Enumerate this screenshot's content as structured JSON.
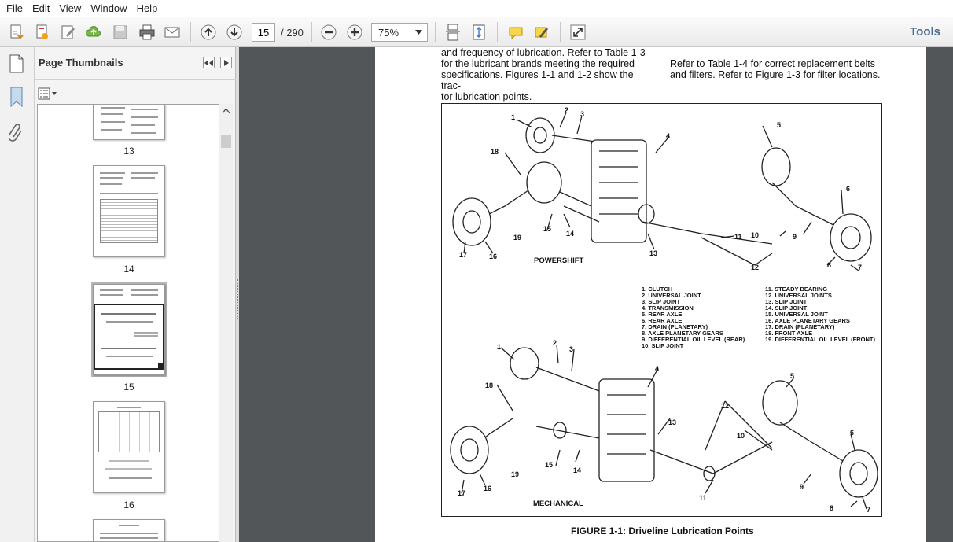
{
  "menu": [
    "File",
    "Edit",
    "View",
    "Window",
    "Help"
  ],
  "toolbar": {
    "page_current": "15",
    "page_total": "/ 290",
    "zoom": "75%",
    "tools_label": "Tools"
  },
  "panel": {
    "title": "Page Thumbnails"
  },
  "thumbnails": [
    {
      "number": "13"
    },
    {
      "number": "14"
    },
    {
      "number": "15"
    },
    {
      "number": "16"
    }
  ],
  "document": {
    "left_text": [
      "and frequency of lubrication. Refer to Table 1-3",
      "for the lubricant brands meeting the required",
      "specifications. Figures 1-1 and 1-2 show the trac-",
      "tor lubrication points."
    ],
    "right_text": [
      "Refer to Table 1-4 for correct replacement belts",
      "and filters. Refer to Figure 1-3 for filter locations."
    ],
    "figure": {
      "powershift_label": "POWERSHIFT",
      "mechanical_label": "MECHANICAL",
      "caption": "FIGURE 1-1:  Driveline Lubrication Points",
      "legend_left": [
        "1.    CLUTCH",
        "2.    UNIVERSAL JOINT",
        "3.    SLIP JOINT",
        "4.    TRANSMISSION",
        "5.    REAR AXLE",
        "6.    REAR AXLE",
        "7.    DRAIN (PLANETARY)",
        "8.    AXLE PLANETARY GEARS",
        "9.    DIFFERENTIAL OIL LEVEL (REAR)",
        "10.   SLIP JOINT"
      ],
      "legend_right": [
        "11.   STEADY BEARING",
        "12.   UNIVERSAL JOINTS",
        "13.   SLIP JOINT",
        "14.   SLIP JOINT",
        "15.   UNIVERSAL JOINT",
        "16.   AXLE PLANETARY GEARS",
        "17.   DRAIN (PLANETARY)",
        "18.   FRONT AXLE",
        "19.   DIFFERENTIAL OIL LEVEL (FRONT)"
      ],
      "callouts_top": [
        "1",
        "2",
        "3",
        "4",
        "5",
        "6",
        "7",
        "8",
        "9",
        "10",
        "11",
        "12",
        "13",
        "14",
        "15",
        "16",
        "17",
        "18",
        "19"
      ],
      "callouts_bottom": [
        "1",
        "2",
        "3",
        "4",
        "5",
        "6",
        "7",
        "8",
        "9",
        "10",
        "11",
        "12",
        "13",
        "14",
        "15",
        "16",
        "17",
        "18",
        "19"
      ]
    }
  },
  "colors": {
    "doc_background": "#525659",
    "accent_tools": "#4b6e92"
  }
}
